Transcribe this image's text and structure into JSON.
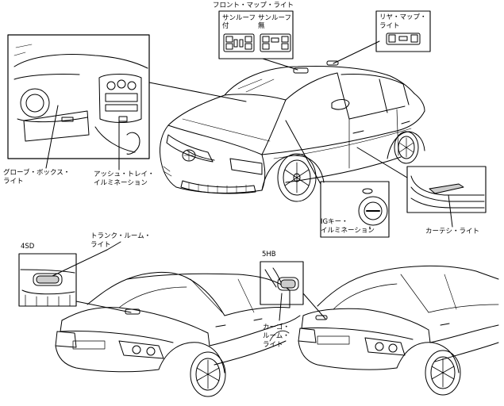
{
  "labels": {
    "front_map_light": "フロント・マップ・ライト",
    "sunroof_with_1": "サンルーフ",
    "sunroof_with_2": "付",
    "sunroof_without_1": "サンルーフ",
    "sunroof_without_2": "無",
    "rear_map_light_1": "リヤ・マップ・",
    "rear_map_light_2": "ライト",
    "glove_box_light_1": "グローブ・ボックス・",
    "glove_box_light_2": "ライト",
    "ashtray_illum_1": "アッシュ・トレイ・",
    "ashtray_illum_2": "イルミネーション",
    "ig_key_illum_1": "IGキー・",
    "ig_key_illum_2": "イルミネーション",
    "courtesy_light": "カーテシ・ライト",
    "sedan_tag": "4SD",
    "trunk_room_light_1": "トランク・ルーム・",
    "trunk_room_light_2": "ライト",
    "hatch_tag": "5HB",
    "cargo_room_light_1": "カーゴ・",
    "cargo_room_light_2": "ルーム・",
    "cargo_room_light_3": "ライト"
  }
}
